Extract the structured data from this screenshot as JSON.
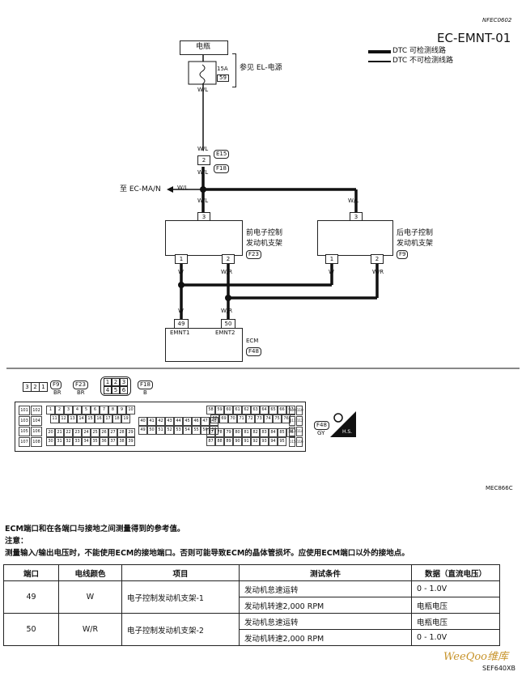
{
  "header": {
    "doc_code": "NFEC0602",
    "title": "EC-EMNT-01"
  },
  "legend": {
    "items": [
      {
        "label": "DTC 可检测线路",
        "style": "thick"
      },
      {
        "label": "DTC 不可检测线路",
        "style": "thin"
      }
    ]
  },
  "diagram": {
    "battery": "电瓶",
    "fuse_amp": "15A",
    "fuse_no": "59",
    "fuse_ref": "参见 EL-电源",
    "wire_wl": "W/L",
    "conn_e15": "E15",
    "conn_f18": "F18",
    "pin_2": "2",
    "to_main": "至 EC-MA/N",
    "front_mount": {
      "pin_top": "3",
      "label_line1": "前电子控制",
      "label_line2": "发动机支架",
      "connector": "F23",
      "pin_left": "1",
      "pin_right": "2"
    },
    "rear_mount": {
      "pin_top": "3",
      "label_line1": "后电子控制",
      "label_line2": "发动机支架",
      "connector": "F9",
      "pin_left": "1",
      "pin_right": "2"
    },
    "wire_w": "W",
    "wire_wr": "W/R",
    "ecm": {
      "pin_49": "49",
      "pin_50": "50",
      "term_1": "EMNT1",
      "term_2": "EMNT2",
      "label": "ECM",
      "connector": "F48"
    },
    "bottom_code": "MEC866C"
  },
  "connectors_legend": {
    "c1_pins": [
      "3",
      "2",
      "1"
    ],
    "f9": "F9",
    "f9_color": "BR",
    "f23": "F23",
    "f23_color": "BR",
    "c3_top": [
      "1",
      "2",
      "3"
    ],
    "c3_bot": [
      "4",
      "5",
      "6"
    ],
    "f18": "F18",
    "f18_color": "B",
    "f48": "F48",
    "f48_color": "GY",
    "hs": "H.S.",
    "ecm_left_col": [
      "101",
      "103",
      "105",
      "107",
      "102",
      "104",
      "106",
      "108"
    ],
    "ecm_top_row": [
      "1",
      "2",
      "3",
      "4",
      "5",
      "6",
      "7",
      "8",
      "9",
      "10"
    ],
    "ecm_mid_row": [
      "11",
      "12",
      "13",
      "14",
      "15",
      "16",
      "17",
      "18",
      "19"
    ],
    "ecm_row3": [
      "20",
      "21",
      "22",
      "23",
      "24",
      "25",
      "26",
      "27",
      "28",
      "29"
    ],
    "ecm_row4": [
      "30",
      "31",
      "32",
      "33",
      "34",
      "35",
      "36",
      "37",
      "38",
      "39"
    ],
    "ecm_center1": [
      "40",
      "41",
      "42",
      "43",
      "44",
      "45",
      "46",
      "47",
      "48"
    ],
    "ecm_center2": [
      "49",
      "50",
      "51",
      "52",
      "53",
      "54",
      "55",
      "56",
      "57"
    ],
    "ecm_right1": [
      "58",
      "59",
      "60",
      "61",
      "62",
      "63",
      "64",
      "65",
      "66",
      "67"
    ],
    "ecm_right2": [
      "68",
      "69",
      "70",
      "71",
      "72",
      "73",
      "74",
      "75",
      "76"
    ],
    "ecm_right3": [
      "77",
      "78",
      "79",
      "80",
      "81",
      "82",
      "83",
      "84",
      "85",
      "86"
    ],
    "ecm_right4": [
      "87",
      "88",
      "89",
      "90",
      "91",
      "92",
      "93",
      "94",
      "95"
    ],
    "ecm_far_col": [
      "109",
      "111",
      "113",
      "115",
      "110",
      "112",
      "114",
      "116"
    ]
  },
  "notes": {
    "line1": "ECM端口和在各端口与接地之间测量得到的参考值。",
    "line2": "注意：",
    "line3": "测量输入/输出电压时，不能使用ECM的接地端口。否则可能导致ECM的晶体管损坏。应使用ECM端口以外的接地点。"
  },
  "table": {
    "headers": [
      "端口",
      "电线颜色",
      "项目",
      "测试条件",
      "数据（直流电压）"
    ],
    "rows": [
      {
        "port": "49",
        "color": "W",
        "item": "电子控制发动机支架-1",
        "conditions": [
          [
            "发动机怠速运转",
            "0 - 1.0V"
          ],
          [
            "发动机转速2,000 RPM",
            "电瓶电压"
          ]
        ]
      },
      {
        "port": "50",
        "color": "W/R",
        "item": "电子控制发动机支架-2",
        "conditions": [
          [
            "发动机怠速运转",
            "电瓶电压"
          ],
          [
            "发动机转速2,000 RPM",
            "0 - 1.0V"
          ]
        ]
      }
    ]
  },
  "footer": {
    "code": "SEF640XB",
    "watermark": "WeeQoo维库"
  }
}
